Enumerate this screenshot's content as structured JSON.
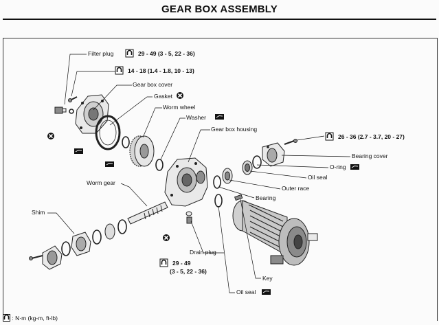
{
  "title": "GEAR BOX ASSEMBLY",
  "labels": {
    "filter_plug": "Filter plug",
    "gear_box_cover": "Gear box cover",
    "gasket": "Gasket",
    "worm_wheel": "Worm wheel",
    "washer": "Washer",
    "gear_box_housing": "Gear box housing",
    "bearing_cover": "Bearing cover",
    "o_ring": "O-ring",
    "oil_seal_upper": "Oil seal",
    "outer_race": "Outer race",
    "bearing": "Bearing",
    "worm_gear": "Worm gear",
    "shim": "Shim",
    "drain_plug": "Drain plug",
    "key": "Key",
    "oil_seal_lower": "Oil seal"
  },
  "torque_specs": {
    "filter_plug": "29 - 49 (3 - 5, 22 - 36)",
    "cover_bolt": "14 - 18 (1.4 - 1.8, 10 - 13)",
    "bearing_cover_bolt": "26 - 36 (2.7 - 3.7, 20 - 27)",
    "drain_plug_line1": "29 - 49",
    "drain_plug_line2": "(3 - 5, 22 - 36)"
  },
  "legend": {
    "torque_units": ": N·m (kg-m, ft-lb)"
  },
  "icons": {
    "torque": "torque-wrench-icon",
    "replace": "do-not-reuse-icon",
    "grease": "apply-grease-icon"
  }
}
